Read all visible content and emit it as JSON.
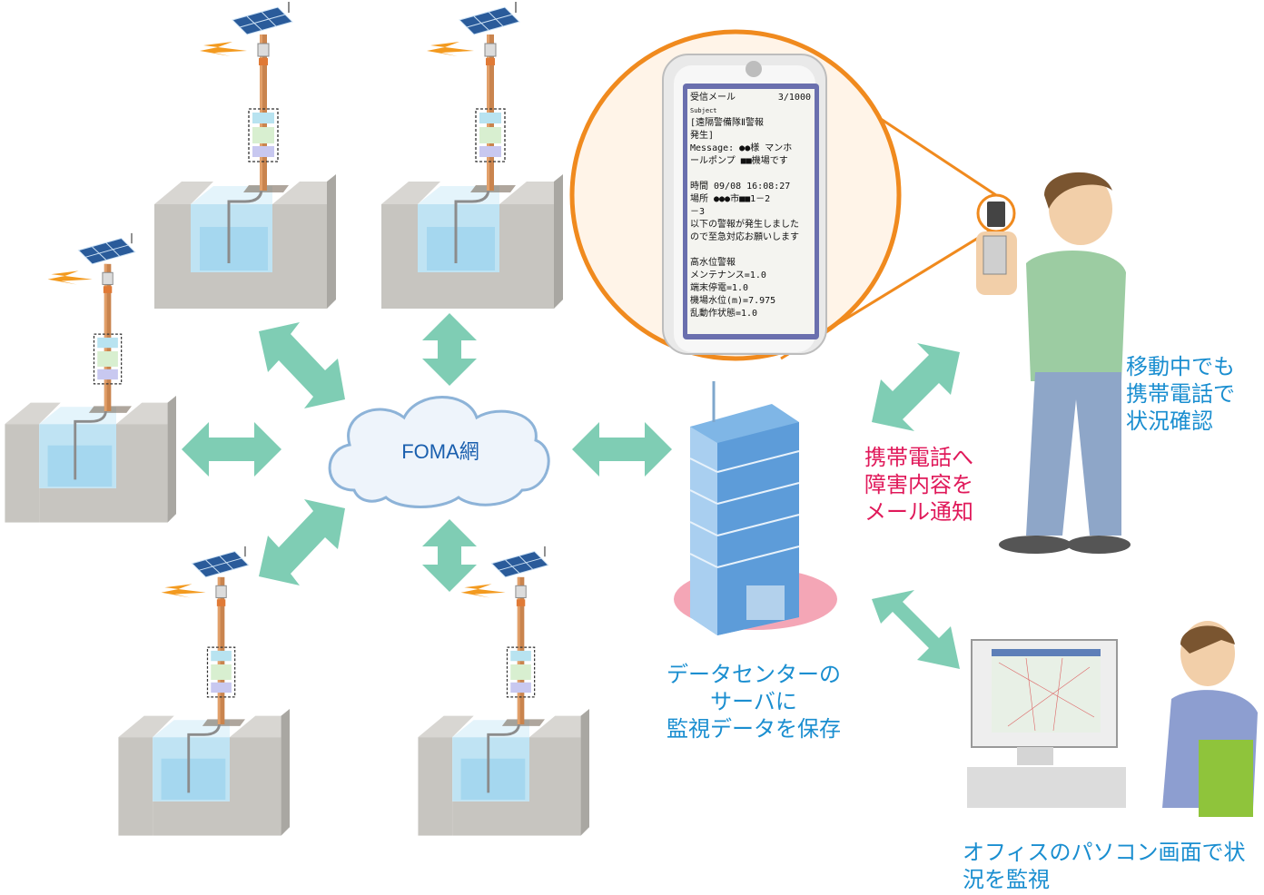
{
  "network": {
    "label": "FOMA網"
  },
  "phone_screen": {
    "header": "受信メール",
    "counter": "3/1000",
    "subject_tag": "Subject",
    "lines": [
      "[遠隔警備隊Ⅱ警報",
      "発生]",
      "Message: ●●様 マンホ",
      "ールポンプ ■■機場です",
      "",
      "時間 09/08 16:08:27",
      "場所 ●●●市■■1－2",
      "－3",
      "以下の警報が発生しました",
      "ので至急対応お願いします",
      "",
      "高水位警報",
      "メンテナンス=1.0",
      "端末停電=1.0",
      "機場水位(m)=7.975",
      "乱動作状態=1.0"
    ]
  },
  "labels": {
    "mobile_line1": "移動中でも",
    "mobile_line2": "携帯電話で",
    "mobile_line3": "状況確認",
    "notify_line1": "携帯電話へ",
    "notify_line2": "障害内容を",
    "notify_line3": "メール通知",
    "datacenter_line1": "データセンターの",
    "datacenter_line2": "サーバに",
    "datacenter_line3": "監視データを保存",
    "office_line1": "オフィスのパソコン画面で状",
    "office_line2": "況を監視"
  },
  "colors": {
    "arrow": "#7fcdb4",
    "label_blue": "#1a8ed0",
    "label_pink": "#e0195a",
    "callout_ring": "#f08a1e"
  }
}
